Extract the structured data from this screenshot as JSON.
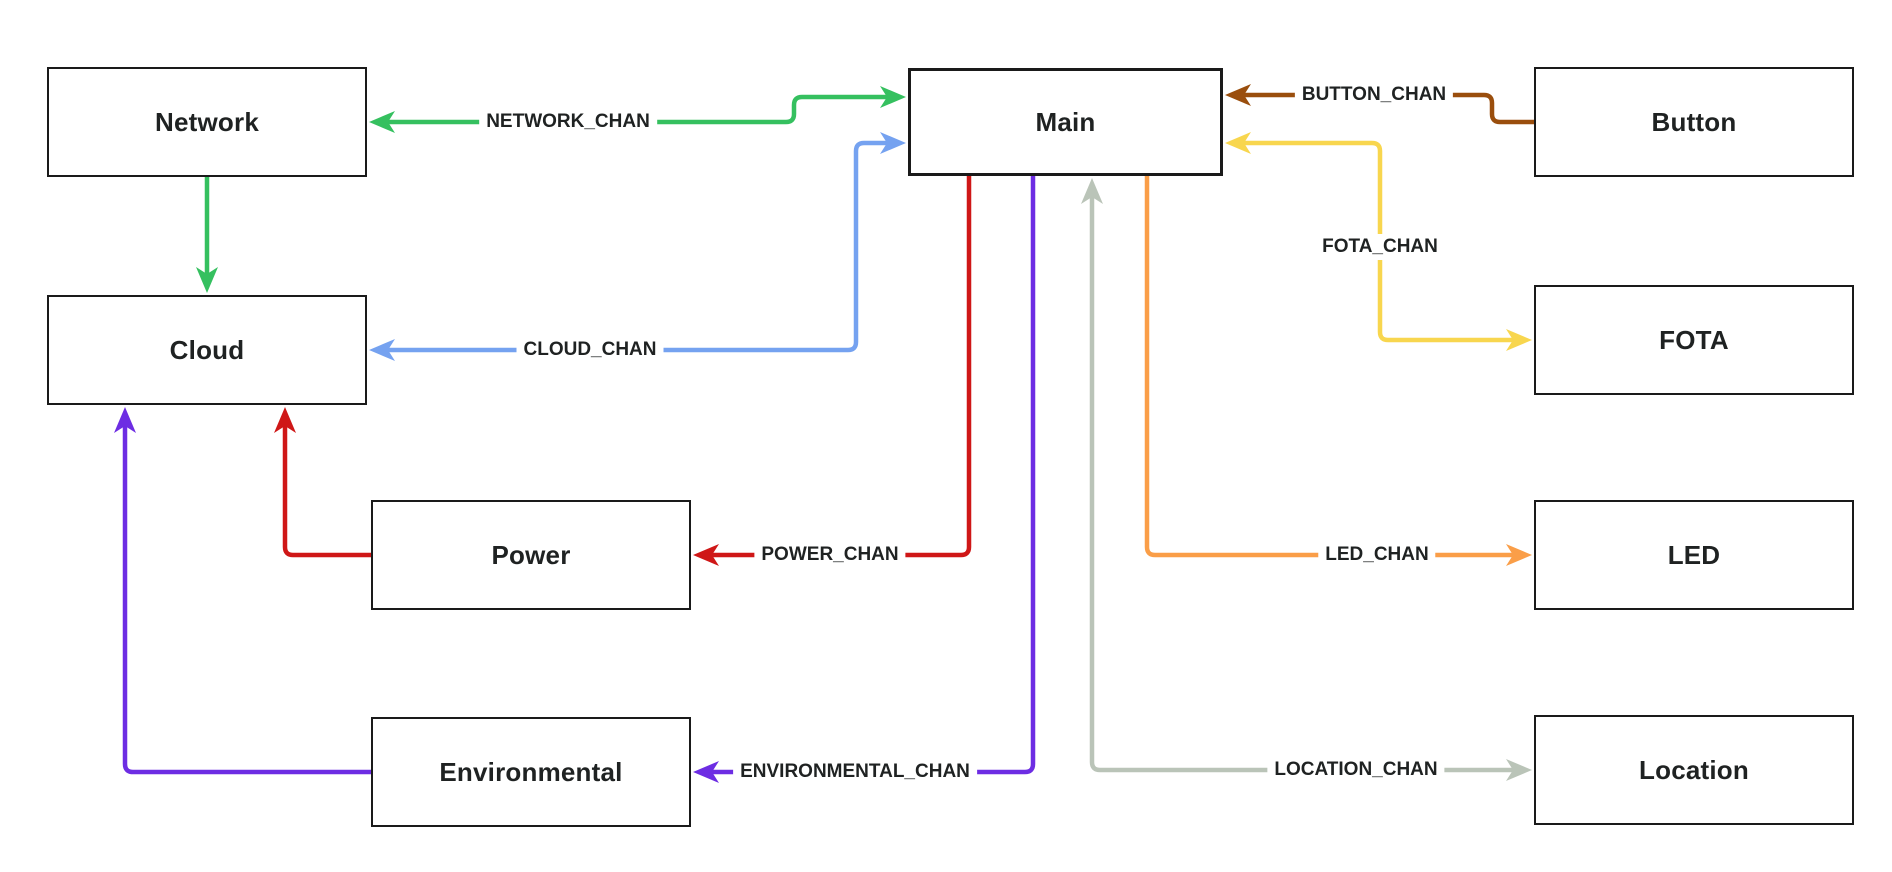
{
  "diagram": {
    "background_color": "#ffffff",
    "node_border_color": "#1a1a1a",
    "text_color": "#1f2222",
    "nodes": [
      {
        "id": "network",
        "label": "Network"
      },
      {
        "id": "cloud",
        "label": "Cloud"
      },
      {
        "id": "power",
        "label": "Power"
      },
      {
        "id": "environmental",
        "label": "Environmental"
      },
      {
        "id": "main",
        "label": "Main"
      },
      {
        "id": "button",
        "label": "Button"
      },
      {
        "id": "fota",
        "label": "FOTA"
      },
      {
        "id": "led",
        "label": "LED"
      },
      {
        "id": "location",
        "label": "Location"
      }
    ],
    "edges": [
      {
        "id": "network-chan",
        "label": "NETWORK_CHAN",
        "from": "Main",
        "to": "Network",
        "direction": "bidirectional",
        "color": "#35c05f"
      },
      {
        "id": "network-to-cloud",
        "from": "Network",
        "to": "Cloud",
        "direction": "one-way",
        "color": "#35c05f"
      },
      {
        "id": "cloud-chan",
        "label": "CLOUD_CHAN",
        "from": "Main",
        "to": "Cloud",
        "direction": "bidirectional",
        "color": "#75a2f0"
      },
      {
        "id": "button-chan",
        "label": "BUTTON_CHAN",
        "from": "Button",
        "to": "Main",
        "direction": "one-way",
        "color": "#9a4e0d"
      },
      {
        "id": "fota-chan",
        "label": "FOTA_CHAN",
        "from": "Main",
        "to": "FOTA",
        "direction": "bidirectional",
        "color": "#f8d64e"
      },
      {
        "id": "power-chan",
        "label": "POWER_CHAN",
        "from": "Main",
        "to": "Power",
        "direction": "one-way",
        "color": "#cf1717"
      },
      {
        "id": "power-to-cloud",
        "from": "Power",
        "to": "Cloud",
        "direction": "one-way",
        "color": "#cf1717"
      },
      {
        "id": "environmental-chan",
        "label": "ENVIRONMENTAL_CHAN",
        "from": "Main",
        "to": "Environmental",
        "direction": "one-way",
        "color": "#6d2de3"
      },
      {
        "id": "environmental-to-cloud",
        "from": "Environmental",
        "to": "Cloud",
        "direction": "one-way",
        "color": "#6d2de3"
      },
      {
        "id": "led-chan",
        "label": "LED_CHAN",
        "from": "Main",
        "to": "LED",
        "direction": "one-way",
        "color": "#fa9e48"
      },
      {
        "id": "location-chan",
        "label": "LOCATION_CHAN",
        "from": "Location",
        "to": "Main",
        "direction": "bidirectional",
        "color": "#bac4b8"
      }
    ]
  }
}
